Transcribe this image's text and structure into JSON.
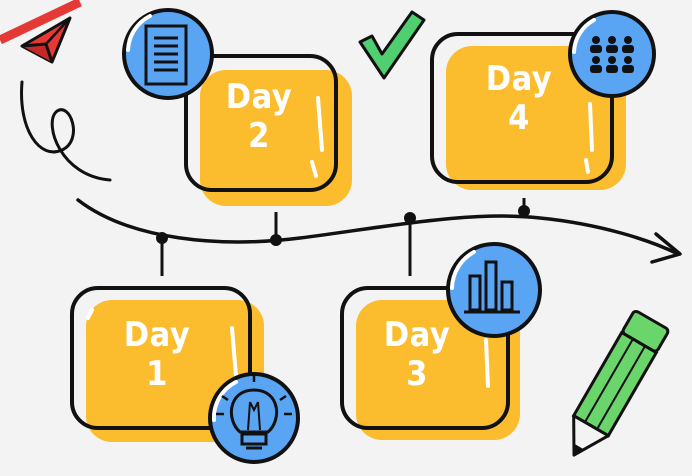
{
  "days": [
    {
      "word": "Day",
      "number": "1",
      "icon": "lightbulb-icon"
    },
    {
      "word": "Day",
      "number": "2",
      "icon": "document-icon"
    },
    {
      "word": "Day",
      "number": "3",
      "icon": "bar-chart-icon"
    },
    {
      "word": "Day",
      "number": "4",
      "icon": "team-icon"
    }
  ],
  "colors": {
    "card": "#fbbd2e",
    "icon_circle": "#5aa5f3",
    "outline": "#111111",
    "check": "#4fcf70",
    "pencil": "#6ad56a",
    "plane": "#e53935",
    "background": "#f3f3f3"
  },
  "decorations": [
    "paper-plane-icon",
    "checkmark-icon",
    "pencil-icon",
    "squiggle-doodle"
  ]
}
